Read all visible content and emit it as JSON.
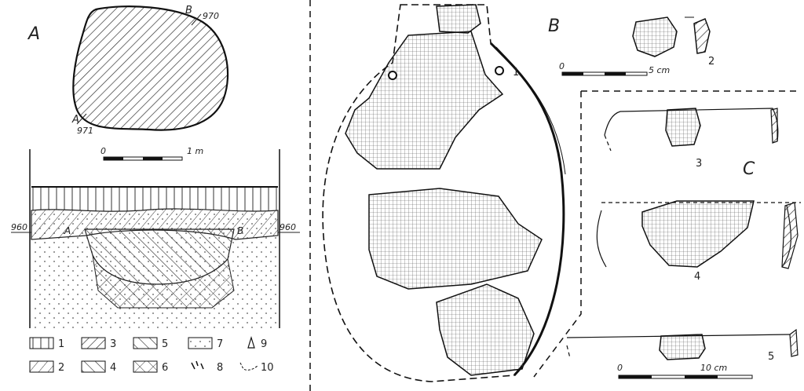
{
  "panel_labels": {
    "a": "A",
    "b": "B",
    "c": "C"
  },
  "plan": {
    "point_a": "A",
    "elev_a": "971",
    "point_b": "B",
    "elev_b": "970"
  },
  "section": {
    "left_elev": "960",
    "right_elev": "960",
    "point_a": "A",
    "point_b": "B"
  },
  "scales": {
    "plan": {
      "start": "0",
      "end": "1 m"
    },
    "small": {
      "start": "0",
      "end": "5 cm"
    },
    "large": {
      "start": "0",
      "end": "10 cm"
    }
  },
  "legend": [
    "1",
    "2",
    "3",
    "4",
    "5",
    "6",
    "7",
    "8",
    "9",
    "10"
  ],
  "find_numbers": [
    "1",
    "2",
    "3",
    "4",
    "5"
  ]
}
